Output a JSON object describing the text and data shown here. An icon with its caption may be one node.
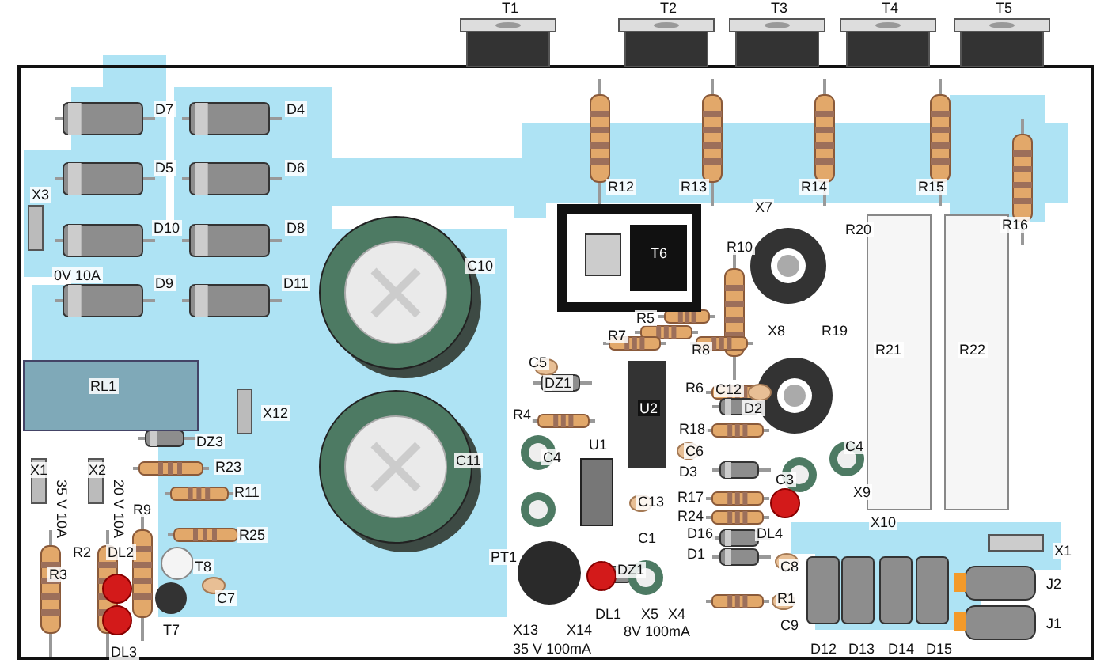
{
  "diagram": {
    "labels": [
      "T1",
      "T2",
      "T3",
      "T4",
      "T5",
      "D7",
      "D4",
      "D5",
      "D6",
      "X3",
      "D10",
      "D8",
      "0V 10A",
      "C10",
      "D9",
      "D11",
      "R12",
      "R13",
      "R14",
      "R15",
      "R16",
      "X7",
      "R20",
      "T6",
      "R10",
      "R5",
      "R7",
      "X8",
      "R19",
      "R8",
      "R21",
      "R22",
      "C5",
      "DZ1",
      "R4",
      "U2",
      "R6",
      "C12",
      "D2",
      "C11",
      "C4",
      "U1",
      "R18",
      "C6",
      "D3",
      "C13",
      "R17",
      "R24",
      "C1",
      "D16",
      "PT1",
      "D1",
      "DZ1",
      "DL1",
      "X5",
      "X4",
      "R1",
      "X13",
      "X14",
      "8V 100mA",
      "35 V 100mA",
      "C4",
      "C3",
      "X9",
      "X10",
      "DL4",
      "C8",
      "C9",
      "X1",
      "J2",
      "J1",
      "D12",
      "D13",
      "D14",
      "D15",
      "RL1",
      "X12",
      "DZ3",
      "R23",
      "R11",
      "X1",
      "X2",
      "35 V 10A",
      "20 V 10A",
      "R9",
      "R2",
      "DL2",
      "R25",
      "R3",
      "T8",
      "C7",
      "T7",
      "DL3"
    ]
  }
}
